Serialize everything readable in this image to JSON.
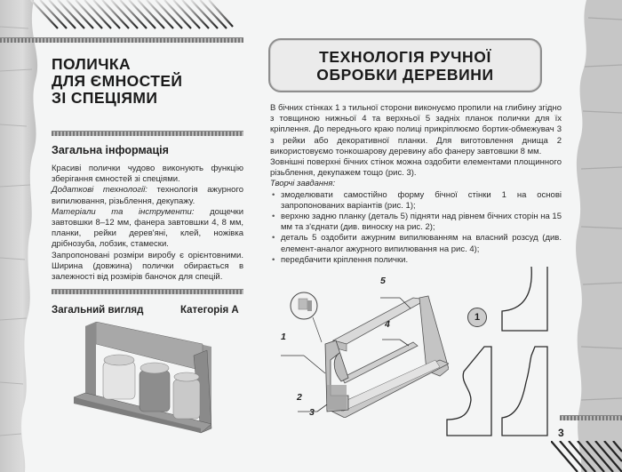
{
  "left_page": {
    "title_lines": [
      "ПОЛИЧКА",
      "ДЛЯ ЄМНОСТЕЙ",
      "ЗІ СПЕЦІЯМИ"
    ],
    "general_info": {
      "heading": "Загальна інформація",
      "p1": "Красиві полички чудово виконують функцію зберігання ємностей зі спеціями.",
      "p2_label": "Додаткові технології:",
      "p2_text": " технологія ажурного випилювання, різьблення, декупажу.",
      "p3_label": "Матеріали та інструменти:",
      "p3_text": " дощечки завтовшки 8–12 мм, фанера завтовшки 4, 8 мм, планки, рейки дерев'яні, клей, ножівка дрібнозуба, лобзик, стамески.",
      "p4": "Запропоновані розміри виробу є орієнтовними. Ширина (довжина) полички обирається в залежності від розмірів баночок для спецій."
    },
    "general_view": {
      "heading": "Загальний вигляд",
      "category": "Категорія А"
    }
  },
  "right_page": {
    "title_lines": [
      "ТЕХНОЛОГІЯ РУЧНОЇ",
      "ОБРОБКИ ДЕРЕВИНИ"
    ],
    "p1": "В бічних стінках 1 з тильної сторони виконуємо пропили на глибину згідно з товщиною нижньої 4 та верхньої 5 задніх планок полички для їх кріплення. До переднього краю полиці прикріплюємо бортик-обмежувач 3 з рейки або декоративної планки. Для виготовлення днища 2 використовуємо тонкошарову деревину або фанеру завтовшки 8 мм.",
    "p2": "Зовнішні поверхні бічних стінок можна оздобити елементами площинного різьблення, декупажем тощо (рис. 3).",
    "tasks_label": "Творчі завдання:",
    "tasks": [
      "змоделювати самостійно форму бічної стінки 1 на основі запропонованих варіантів (рис. 1);",
      "верхню задню планку (деталь 5) підняти над рівнем бічних сторін на 15 мм та з'єднати (див. виноску на рис. 2);",
      "деталь 5 оздобити ажурним випилюванням на власний розсуд (див. елемент-аналог ажурного випилювання на рис. 4);",
      "передбачити кріплення полички."
    ],
    "part_labels": {
      "p1": "1",
      "p2": "2",
      "p3": "3",
      "p4": "4",
      "p5": "5"
    },
    "figure_number": "1",
    "page_number": "3"
  }
}
